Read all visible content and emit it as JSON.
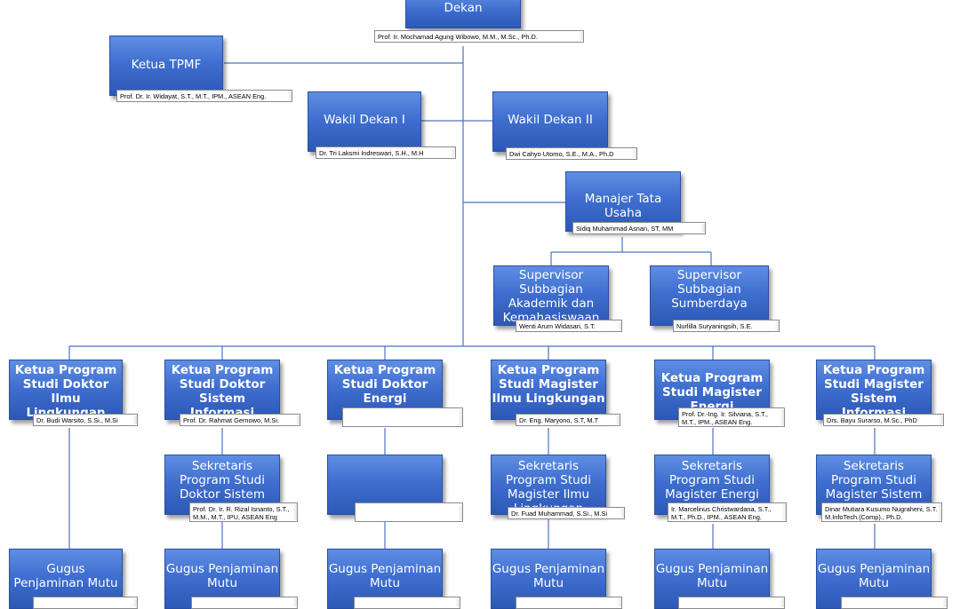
{
  "dekan": {
    "title": "Dekan",
    "name": "Prof. Ir. Mochamad Agung Wibowo, M.M., M.Sc., Ph.D."
  },
  "ketua_tpmf": {
    "title": "Ketua TPMF",
    "name": "Prof. Dr. Ir. Widayat, S.T., M.T., IPM., ASEAN Eng."
  },
  "wakil_dekan_1": {
    "title": "Wakil Dekan I",
    "name": "Dr. Tri Laksmi Indreswari, S.H., M.H"
  },
  "wakil_dekan_2": {
    "title": "Wakil Dekan II",
    "name": "Dwi Cahyo Utomo, S.E., M.A., Ph.D"
  },
  "manajer_tata_usaha": {
    "title": "Manajer Tata Usaha",
    "name": "Sidiq Muhammad Asnan, ST, MM"
  },
  "supervisor_akademik": {
    "title": "Supervisor Subbagian Akademik dan Kemahasiswaan",
    "name": "Wenti Arum Widasari, S.T."
  },
  "supervisor_sumberdaya": {
    "title": "Supervisor Subbagian Sumberdaya",
    "name": "Nurlilla Suryaningsih, S.E."
  },
  "programs": [
    {
      "ketua_title": "Ketua Program Studi Doktor Ilmu Lingkungan",
      "ketua_name": "Dr. Budi Warsito, S.Si., M.Si",
      "sekretaris_title": "",
      "sekretaris_name": "",
      "gpm_title": "Gugus Penjaminan Mutu",
      "gpm_name": ""
    },
    {
      "ketua_title": "Ketua Program Studi Doktor Sistem Informasi",
      "ketua_name": "Prof. Dr. Rahmat Gernowo, M.Si.",
      "sekretaris_title": "Sekretaris Program Studi Doktor Sistem Informasi",
      "sekretaris_name": "Prof. Dr. Ir. R. Rizal Isnanto, S.T., M.M., M.T., IPU, ASEAN Eng",
      "gpm_title": "Gugus Penjaminan Mutu",
      "gpm_name": ""
    },
    {
      "ketua_title": "Ketua Program Studi Doktor Energi",
      "ketua_name": "",
      "sekretaris_title": "",
      "sekretaris_name": "",
      "gpm_title": "Gugus Penjaminan Mutu",
      "gpm_name": ""
    },
    {
      "ketua_title": "Ketua Program Studi Magister Ilmu Lingkungan",
      "ketua_name": "Dr. Eng. Maryono, S.T, M.T",
      "sekretaris_title": "Sekretaris Program Studi Magister Ilmu Lingkungan",
      "sekretaris_name": "Dr. Fuad Muhammad, S.Si., M.Si",
      "gpm_title": "Gugus Penjaminan Mutu",
      "gpm_name": ""
    },
    {
      "ketua_title": "Ketua Program Studi Magister Energi",
      "ketua_name": "Prof. Dr.-Ing. Ir. Silviana, S.T., M.T., IPM., ASEAN Eng.",
      "sekretaris_title": "Sekretaris Program Studi Magister Energi",
      "sekretaris_name": "Ir. Marcelinus Christwardana, S.T., M.T., Ph.D., IPM., ASEAN Eng.",
      "gpm_title": "Gugus Penjaminan Mutu",
      "gpm_name": ""
    },
    {
      "ketua_title": "Ketua Program Studi Magister Sistem Informasi",
      "ketua_name": "Drs. Bayu Surarso, M.Sc., PhD",
      "sekretaris_title": "Sekretaris Program Studi Magister Sistem Informasi",
      "sekretaris_name": "Dinar Mutiara Kusumo Nugraheni, S.T., M.InfoTech.(Comp)., Ph.D.",
      "gpm_title": "Gugus Penjaminan Mutu",
      "gpm_name": ""
    }
  ]
}
